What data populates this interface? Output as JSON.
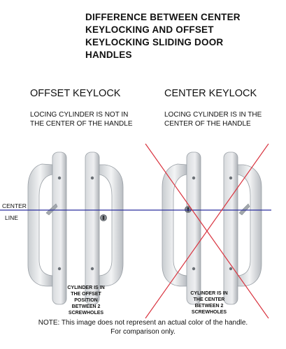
{
  "title": {
    "lines": [
      "DIFFERENCE BETWEEN CENTER",
      "KEYLOCKING AND OFFSET",
      "KEYLOCKING SLIDING DOOR",
      "HANDLES"
    ]
  },
  "left": {
    "heading": "OFFSET KEYLOCK",
    "description": [
      "LOCING CYLINDER IS NOT IN",
      "THE CENTER OF THE HANDLE"
    ],
    "caption": [
      "CYLINDER IS IN",
      "THE OFFSET",
      "POSITION",
      "BETWEEN 2",
      "SCREWHOLES"
    ]
  },
  "right": {
    "heading": "CENTER KEYLOCK",
    "description": [
      "LOCING CYLINDER IS IN THE",
      "CENTER OF THE HANDLE"
    ],
    "caption": [
      "CYLINDER IS IN",
      "THE CENTER",
      "BETWEEN 2",
      "SCREWHOLES"
    ]
  },
  "center_line": {
    "label_1": "CENTER",
    "label_2": "LINE",
    "color": "#2b2f9e"
  },
  "cross_color": "#d9333f",
  "footer": [
    "NOTE: This image does not represent an actual color of the handle.",
    "For comparison only."
  ]
}
